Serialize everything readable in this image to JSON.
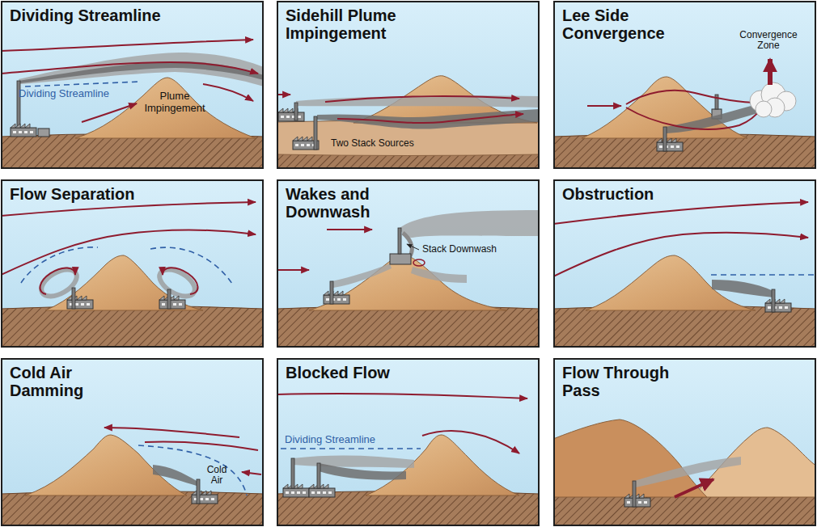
{
  "diagram": {
    "nodes": [
      {
        "text": [
          "Dividing Streamline"
        ]
      },
      {
        "text": [
          "Sidehill Plume Impingement"
        ]
      },
      {
        "text": [
          "Lee Side Convergence"
        ]
      },
      {
        "text": [
          "Flow Separation"
        ]
      },
      {
        "text": [
          "Wakes and Downwash"
        ]
      },
      {
        "text": [
          "Obstruction"
        ]
      },
      {
        "text": [
          "Cold Air Damming"
        ]
      },
      {
        "text": [
          "Blocked Flow"
        ]
      },
      {
        "text": [
          "Flow Through Pass"
        ]
      }
    ],
    "labels": [
      "Dividing Streamline",
      "Plume Impingement",
      "Two Stack Sources",
      "Convergence Zone",
      "Stack Downwash",
      "Cold Air",
      "Dividing Streamline"
    ]
  }
}
